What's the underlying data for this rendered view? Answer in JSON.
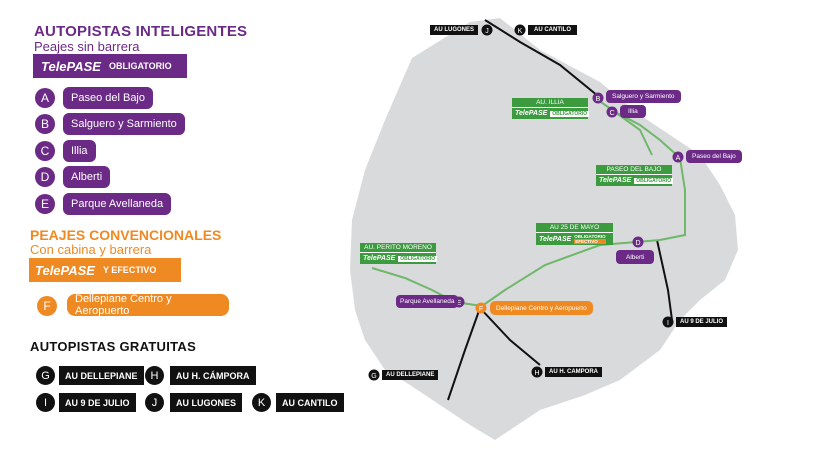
{
  "smart": {
    "title": "AUTOPISTAS INTELIGENTES",
    "subtitle": "Peajes sin barrera",
    "badge_logo": "TelePASE",
    "badge_text": "OBLIGATORIO",
    "items": [
      {
        "letter": "A",
        "label": "Paseo del Bajo"
      },
      {
        "letter": "B",
        "label": "Salguero y Sarmiento"
      },
      {
        "letter": "C",
        "label": "Illia"
      },
      {
        "letter": "D",
        "label": "Alberti"
      },
      {
        "letter": "E",
        "label": "Parque Avellaneda"
      }
    ]
  },
  "conventional": {
    "title": "PEAJES CONVENCIONALES",
    "subtitle": "Con cabina y barrera",
    "badge_logo": "TelePASE",
    "badge_text": "Y EFECTIVO",
    "items": [
      {
        "letter": "F",
        "label": "Dellepiane Centro y Aeropuerto"
      }
    ]
  },
  "free": {
    "title": "AUTOPISTAS GRATUITAS",
    "items": [
      {
        "letter": "G",
        "label": "AU DELLEPIANE"
      },
      {
        "letter": "H",
        "label": "AU H. CÁMPORA"
      },
      {
        "letter": "I",
        "label": "AU 9 DE JULIO"
      },
      {
        "letter": "J",
        "label": "AU LUGONES"
      },
      {
        "letter": "K",
        "label": "AU CANTILO"
      }
    ]
  },
  "map": {
    "road_signs": [
      {
        "name": "AU. ILLIA",
        "logo": "TelePASE",
        "tag": "OBLIGATORIO"
      },
      {
        "name": "PASEO DEL BAJO",
        "logo": "TelePASE",
        "tag": "OBLIGATORIO"
      },
      {
        "name": "AU 25 DE MAYO",
        "logo": "TelePASE",
        "tag": "OBLIGATORIO",
        "tag2": "EFECTIVO"
      },
      {
        "name": "AU. PERITO MORENO",
        "logo": "TelePASE",
        "tag": "OBLIGATORIO"
      }
    ],
    "toll_labels": {
      "B": "Salguero y Sarmiento",
      "C": "Illia",
      "A": "Paseo del Bajo",
      "D": "Alberti",
      "E": "Parque Avellaneda",
      "F": "Dellepiane Centro y Aeropuerto"
    },
    "free_labels": {
      "J": "AU LUGONES",
      "K": "AU CANTILO",
      "I": "AU 9 DE JULIO",
      "G": "AU DELLEPIANE",
      "H": "AU H. CAMPORA"
    }
  },
  "colors": {
    "purple": "#6b2a86",
    "orange": "#ef8a23",
    "green": "#3c9a3f",
    "map_gray": "#d9dadc",
    "black": "#111111"
  }
}
